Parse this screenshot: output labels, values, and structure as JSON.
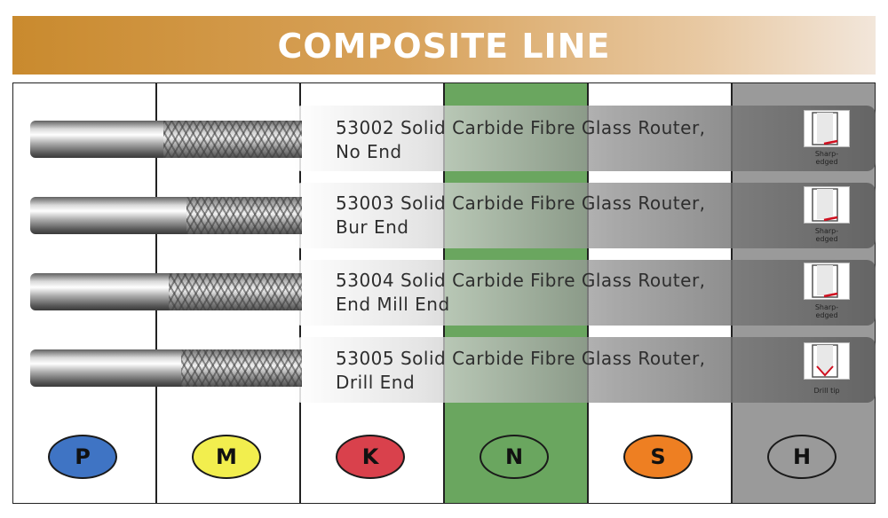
{
  "title": "COMPOSITE LINE",
  "products": [
    {
      "line1": "53002 Solid Carbide Fibre Glass Router,",
      "line2": "No End",
      "tip_label_1": "Sharp-",
      "tip_label_2": "edged",
      "tip_icon": "sharp-edged-tip-icon"
    },
    {
      "line1": "53003 Solid Carbide Fibre Glass Router,",
      "line2": "Bur End",
      "tip_label_1": "Sharp-",
      "tip_label_2": "edged",
      "tip_icon": "sharp-edged-tip-icon"
    },
    {
      "line1": "53004 Solid Carbide Fibre Glass Router,",
      "line2": "End Mill End",
      "tip_label_1": "Sharp-",
      "tip_label_2": "edged",
      "tip_icon": "sharp-edged-tip-icon"
    },
    {
      "line1": "53005 Solid Carbide Fibre Glass Router,",
      "line2": "Drill End",
      "tip_label_1": "Drill tip",
      "tip_label_2": "",
      "tip_icon": "drill-tip-icon"
    }
  ],
  "materials": [
    {
      "letter": "P",
      "color": "#3f74c4"
    },
    {
      "letter": "M",
      "color": "#f2ee4e"
    },
    {
      "letter": "K",
      "color": "#d9414c"
    },
    {
      "letter": "N",
      "color": "#6aa65f"
    },
    {
      "letter": "S",
      "color": "#ee7f22"
    },
    {
      "letter": "H",
      "color": "#9a9a9a"
    }
  ],
  "colors": {
    "banner_start": "#c98a2e",
    "banner_end": "#f2e6da",
    "highlight_column": "#6aa65f",
    "hardened_column": "#9a9a9a"
  }
}
